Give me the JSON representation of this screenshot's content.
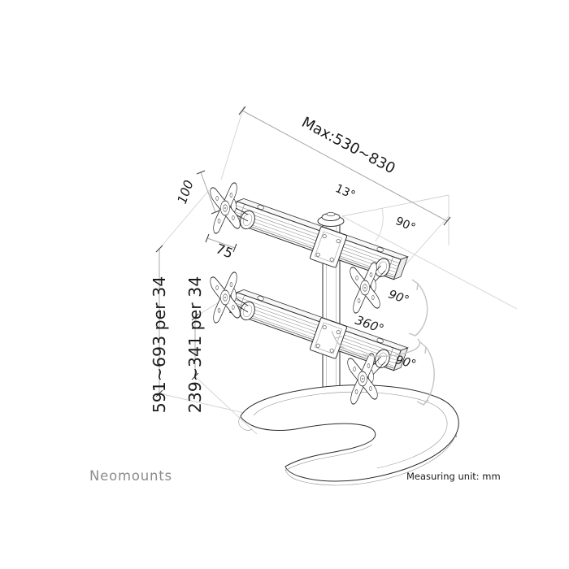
{
  "diagram": {
    "title": "monitor-desk-stand-technical-drawing",
    "dimensions": {
      "max_width": "Max:530~830",
      "height_total": "591~693 per 34",
      "height_between": "239~341 per 34",
      "vesa_height": "100",
      "vesa_width": "75",
      "tilt_small": "13°",
      "swivel_top": "90°",
      "tilt_mid": "90°",
      "rotation": "360°",
      "tilt_bottom": "90°"
    },
    "footer": {
      "brand": "Neomounts",
      "unit": "Measuring unit: mm"
    },
    "colors": {
      "line": "#2d2d2d",
      "dim_line": "#a8a8a8",
      "guide_line": "#d2d2d2",
      "brand_text": "#8c8c8c",
      "background": "#ffffff"
    }
  }
}
